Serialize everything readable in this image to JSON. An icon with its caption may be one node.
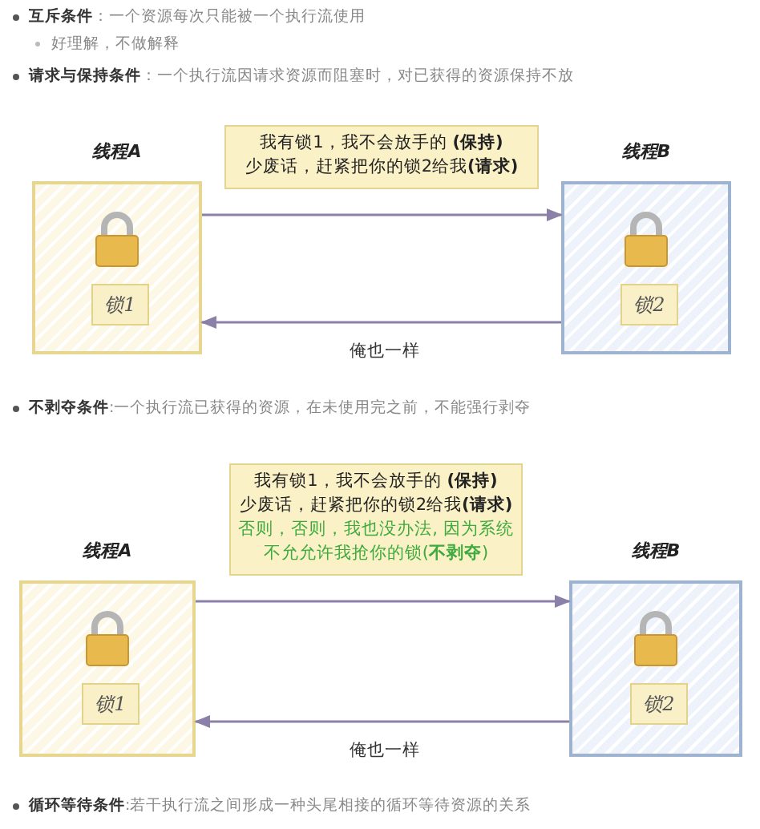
{
  "diagram": {
    "nodes": [
      {
        "text": [
          "线程A"
        ]
      },
      {
        "text": [
          "锁1"
        ],
        "in": 0
      },
      {
        "text": [
          "线程B"
        ]
      },
      {
        "text": [
          "锁2"
        ],
        "in": 2
      },
      {
        "text": [
          "我有锁1，我不会放手的 **(保持)**",
          "少废话，赶紧把你的锁2给我**(请求)**"
        ]
      },
      {
        "text": [
          "线程A"
        ]
      },
      {
        "text": [
          "锁1"
        ],
        "in": 5
      },
      {
        "text": [
          "线程B"
        ]
      },
      {
        "text": [
          "锁2"
        ],
        "in": 7
      },
      {
        "text": [
          "我有锁1，我不会放手的 **(保持)**",
          "少废话，赶紧把你的锁2给我**(请求)**",
          "否则，否则，我也没办法, 因为系统不允允许我抢你的锁(**不剥夺**)"
        ]
      }
    ],
    "edges": [
      {
        "from": 0,
        "to": 2,
        "arrow": "to"
      },
      {
        "from": 2,
        "to": 0,
        "arrow": "to",
        "label": "俺也一样"
      },
      {
        "from": 5,
        "to": 7,
        "arrow": "to"
      },
      {
        "from": 7,
        "to": 5,
        "arrow": "to",
        "label": "俺也一样"
      }
    ],
    "labels": [
      "**互斥条件**：一个资源每次只能被一个执行流使用",
      "好理解，不做解释",
      "**请求与保持条件**：一个执行流因请求资源而阻塞时，对已获得的资源保持不放",
      "**不剥夺条件**:一个执行流已获得的资源，在未使用完之前，不能强行剥夺",
      "**循环等待条件**:若干执行流之间形成一种头尾相接的循环等待资源的关系"
    ]
  }
}
